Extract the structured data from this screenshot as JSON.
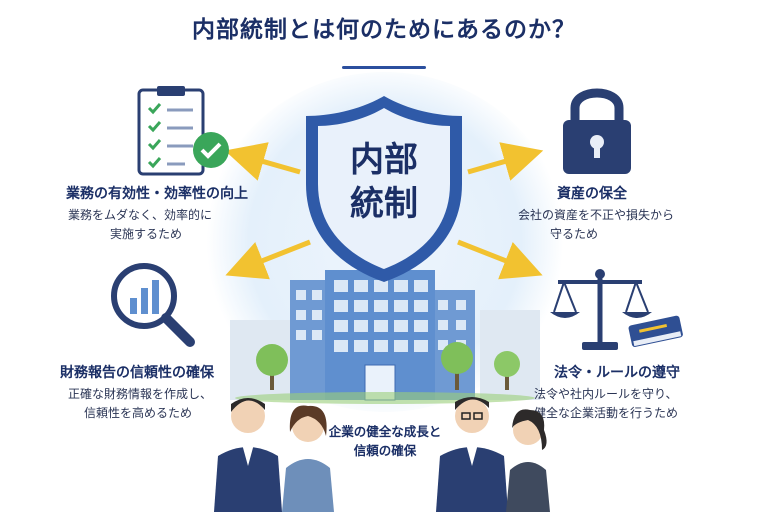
{
  "title": "内部統制とは何のためにあるのか？",
  "shield": {
    "line1": "内部",
    "line2": "統制"
  },
  "purposes": {
    "efficiency": {
      "title": "業務の有効性・効率性の向上",
      "desc1": "業務をムダなく、効率的に",
      "desc2": "実施するため",
      "icon": "checklist-icon"
    },
    "assets": {
      "title": "資産の保全",
      "desc1": "会社の資産を不正や損失から",
      "desc2": "守るため",
      "icon": "padlock-icon"
    },
    "reporting": {
      "title": "財務報告の信頼性の確保",
      "desc1": "正確な財務情報を作成し、",
      "desc2": "信頼性を高めるため",
      "icon": "magnifier-chart-icon"
    },
    "compliance": {
      "title": "法令・ルールの遵守",
      "desc1": "法令や社内ルールを守り、",
      "desc2": "健全な企業活動を行うため",
      "icon": "scales-book-icon"
    }
  },
  "center_caption": {
    "line1": "企業の健全な成長と",
    "line2": "信頼の確保"
  },
  "colors": {
    "navy": "#1b2f66",
    "shield_blue": "#2f5aa8",
    "arrow_yellow": "#f2c230",
    "building_blue": "#5f8fcf",
    "check_green": "#3aa65a"
  }
}
